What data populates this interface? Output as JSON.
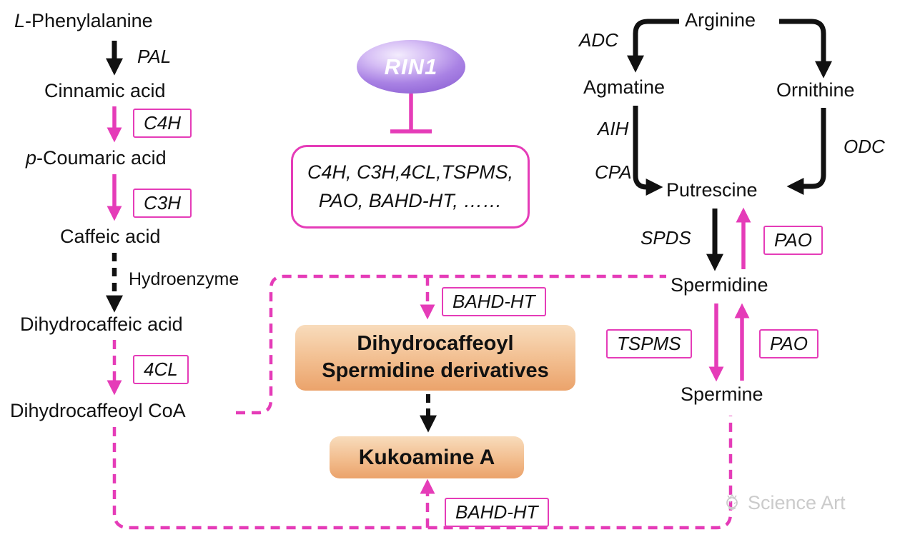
{
  "diagram": {
    "left": {
      "phenylalanine_prefix": "L",
      "phenylalanine_rest": "-Phenylalanine",
      "pal": "PAL",
      "cinnamic": "Cinnamic acid",
      "c4h": "C4H",
      "coumaric_prefix": "p",
      "coumaric_rest": "-Coumaric acid",
      "c3h": "C3H",
      "caffeic": "Caffeic acid",
      "hydroenzyme": "Hydroenzyme",
      "dihydrocaffeic": "Dihydrocaffeic acid",
      "cl4": "4CL",
      "dihydrocaffeoyl_coa": "Dihydrocaffeoyl CoA"
    },
    "center": {
      "rin1": "RIN1",
      "gene_box_line1": "C4H, C3H,4CL,TSPMS,",
      "gene_box_line2": "PAO, BAHD-HT, ……",
      "bahd_ht_top": "BAHD-HT",
      "derivatives_line1": "Dihydrocaffeoyl",
      "derivatives_line2": "Spermidine derivatives",
      "kukoamine": "Kukoamine A",
      "bahd_ht_bottom": "BAHD-HT"
    },
    "right": {
      "arginine": "Arginine",
      "adc": "ADC",
      "agmatine": "Agmatine",
      "ornithine": "Ornithine",
      "aih": "AIH",
      "cpa": "CPA",
      "odc": "ODC",
      "putrescine": "Putrescine",
      "spds": "SPDS",
      "pao_upper": "PAO",
      "spermidine": "Spermidine",
      "tspms": "TSPMS",
      "pao_lower": "PAO",
      "spermine": "Spermine"
    },
    "watermark": "Science Art",
    "colors": {
      "magenta": "#e53cb8",
      "arrow_black": "#111111",
      "product_box_gradient_top": "#f8dcbc",
      "product_box_gradient_bottom": "#eba36b",
      "rin1_fill": "#8a5ed2"
    }
  }
}
